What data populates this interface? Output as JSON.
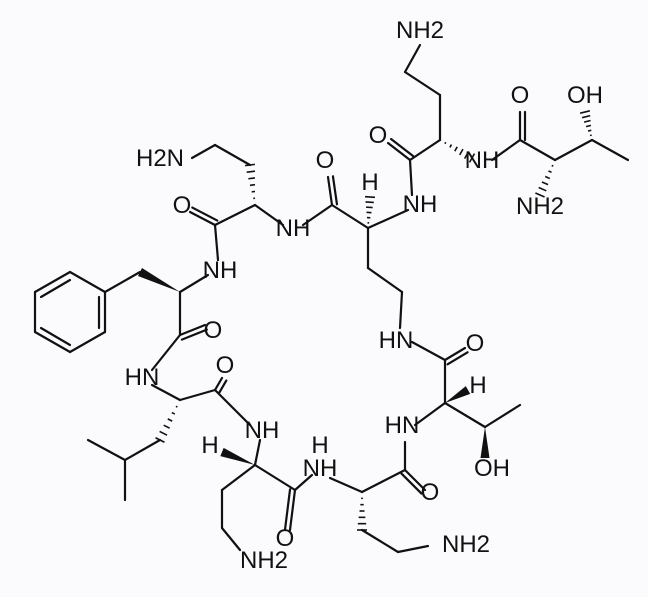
{
  "diagram": {
    "type": "chemical-structure",
    "colors": {
      "bond": "#111111",
      "background": "#fbfbfd"
    },
    "atoms": [
      "NH2",
      "O",
      "OH",
      "O",
      "NH",
      "H2N",
      "O",
      "H",
      "NH",
      "O",
      "NH",
      "NH2",
      "NH",
      "HN",
      "O",
      "O",
      "O",
      "HN",
      "H",
      "NH",
      "HN",
      "H",
      "H",
      "NH",
      "OH",
      "O",
      "O",
      "NH2",
      "NH2"
    ]
  }
}
